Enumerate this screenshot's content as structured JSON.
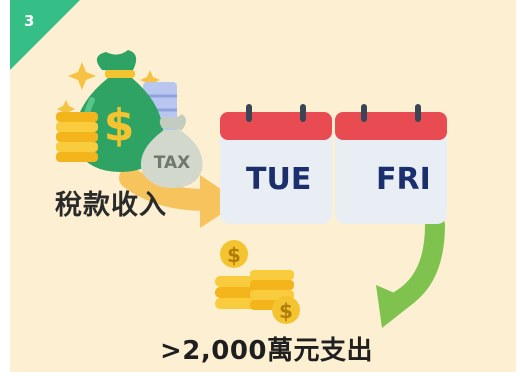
{
  "step_number": "3",
  "income": {
    "label": "稅款收入",
    "bag_tag": "TAX"
  },
  "calendars": [
    {
      "day": "TUE"
    },
    {
      "day": "FRI"
    }
  ],
  "expense": {
    "label": ">2,000萬元支出"
  },
  "colors": {
    "background": "#fdf0d2",
    "corner_badge": "#35bf86",
    "arrow_orange": "#f7c35d",
    "arrow_green": "#7fc24e",
    "calendar_red": "#e84c52",
    "calendar_text": "#1b2f6e",
    "money_green": "#2fa363",
    "coin_gold": "#f4c430"
  }
}
